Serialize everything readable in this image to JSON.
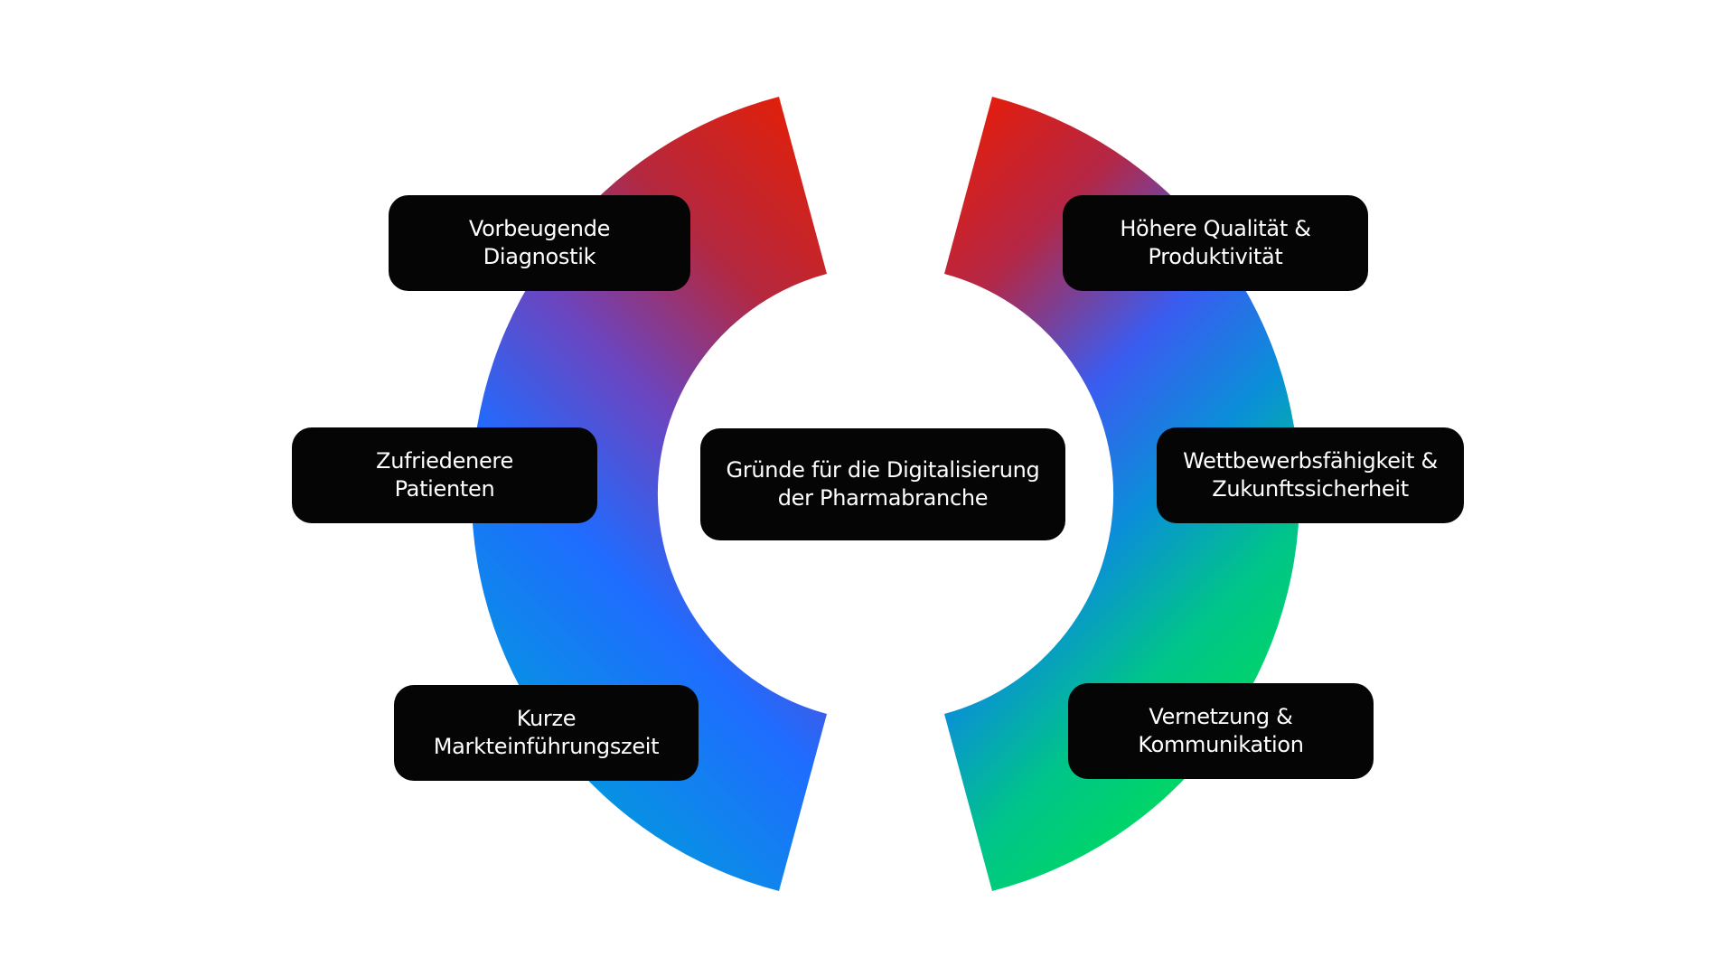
{
  "diagram": {
    "center": {
      "label": "Gründe für die Digitalisierung\nder Pharmabranche"
    },
    "left_items": [
      {
        "id": "vorbeugende-diagnostik",
        "label": "Vorbeugende\nDiagnostik"
      },
      {
        "id": "zufriedenere-patienten",
        "label": "Zufriedenere\nPatienten"
      },
      {
        "id": "kurze-markteinfuehrungszeit",
        "label": "Kurze\nMarkteinführungszeit"
      }
    ],
    "right_items": [
      {
        "id": "hoehere-qualitaet",
        "label": "Höhere Qualität &\nProduktivität"
      },
      {
        "id": "wettbewerbsfaehigkeit",
        "label": "Wettbewerbsfähigkeit &\nZukunftssicherheit"
      },
      {
        "id": "vernetzung",
        "label": "Vernetzung &\nKommunikation"
      }
    ],
    "colors": {
      "left_arc": [
        "#e91e00",
        "#8f3a8a",
        "#4a55e6",
        "#1a73ff",
        "#0496e0"
      ],
      "right_arc": [
        "#ee1b00",
        "#b42746",
        "#3a5cf0",
        "#0a8fd8",
        "#00c48a",
        "#00d960"
      ],
      "box_background": "#050505",
      "box_text": "#ffffff"
    }
  }
}
